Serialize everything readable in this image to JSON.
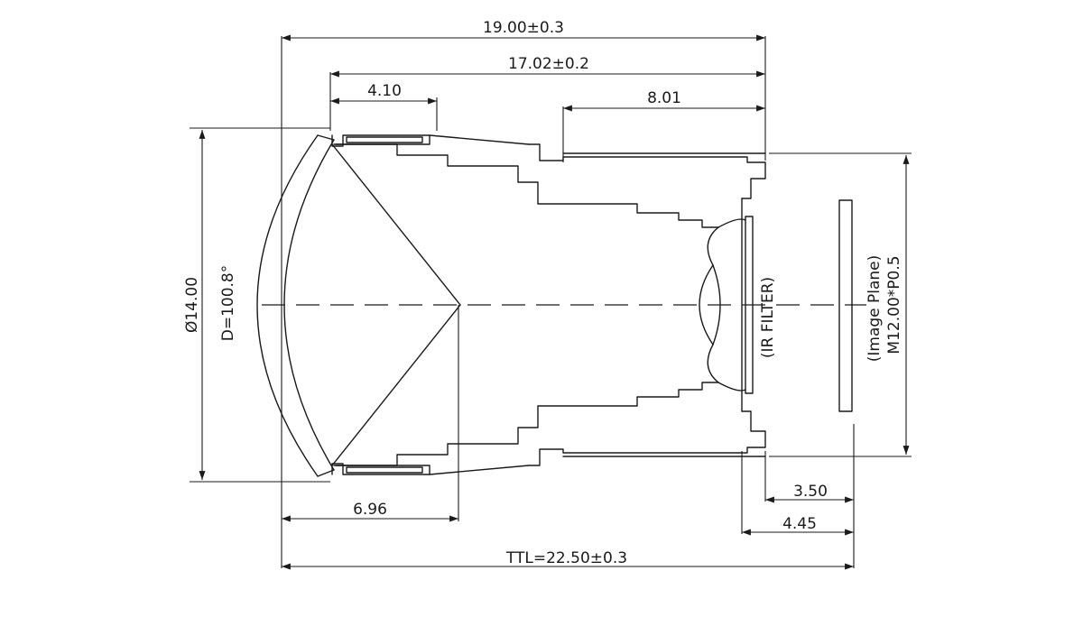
{
  "dimensions": {
    "overall_width": "19.00±0.3",
    "body_width": "17.02±0.2",
    "front_ring": "4.10",
    "barrel_length": "8.01",
    "front_diameter": "Ø14.00",
    "field_of_view": "D=100.8°",
    "front_depth": "6.96",
    "back_focal_1": "3.50",
    "back_focal_2": "4.45",
    "total_track": "TTL=22.50±0.3",
    "thread": "M12.00*P0.5"
  },
  "labels": {
    "ir_filter": "(IR FILTER)",
    "image_plane": "(Image Plane)"
  },
  "colors": {
    "line": "#1a1a1a",
    "background": "#ffffff"
  }
}
